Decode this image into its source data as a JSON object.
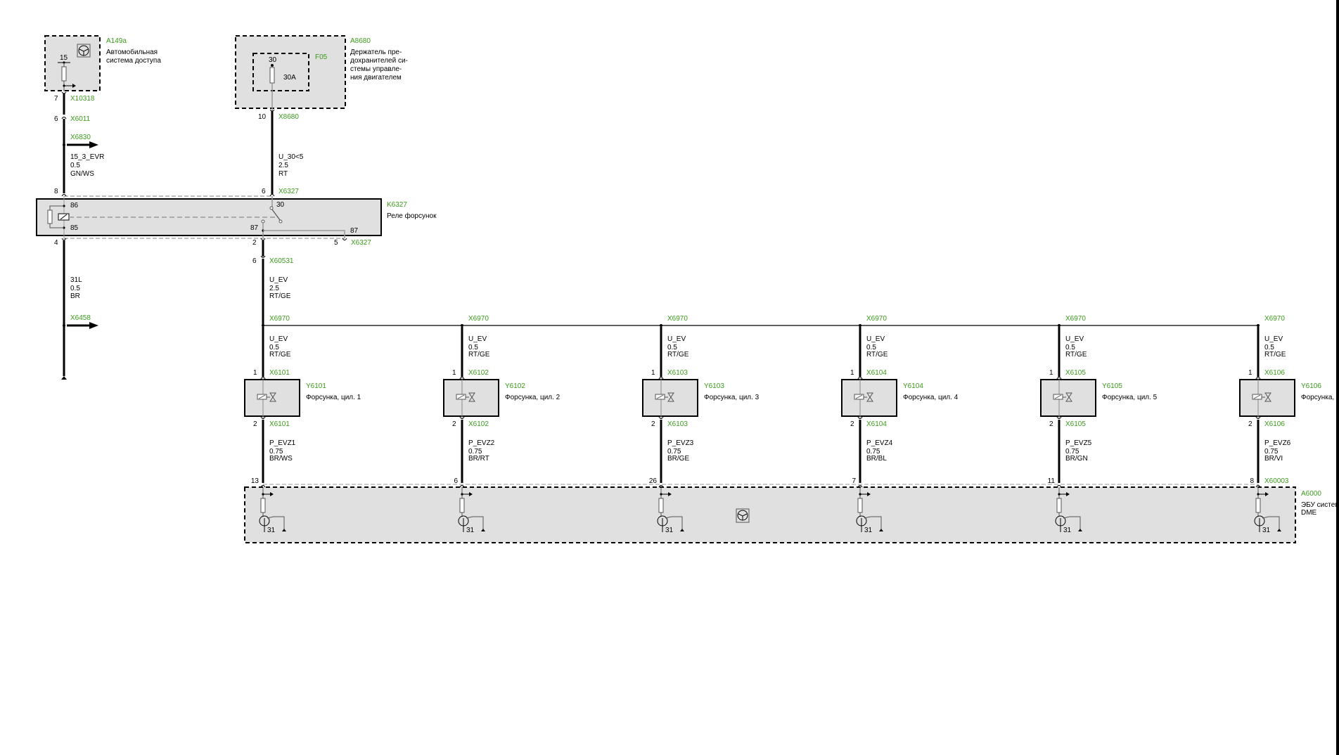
{
  "colors": {
    "label_green": "#3a9a1a",
    "box_fill": "#e0e0e0",
    "wire": "#000000",
    "internal_line": "#888888"
  },
  "components": {
    "access_system": {
      "id": "A149a",
      "name_lines": [
        "Автомобильная",
        "система доступа"
      ],
      "terminal": "15"
    },
    "fuse_holder": {
      "id": "A8680",
      "name_lines": [
        "Держатель пре-",
        "дохранителей си-",
        "стемы управле-",
        "ния двигателем"
      ],
      "fuse_id": "F05",
      "fuse_terminal": "30",
      "fuse_rating": "30A"
    },
    "relay": {
      "id": "K6327",
      "name": "Реле форсунок",
      "pins": {
        "p86": "86",
        "p85": "85",
        "p30": "30",
        "p87a": "87",
        "p87b": "87"
      }
    },
    "ecu": {
      "id": "A6000",
      "name_lines": [
        "ЭБУ систем",
        "DME"
      ],
      "ground_label": "31"
    }
  },
  "left_branch": {
    "conn1": {
      "pin": "7",
      "id": "X10318"
    },
    "conn2": {
      "pin": "6",
      "id": "X6011"
    },
    "splice1": {
      "id": "X6830"
    },
    "wire1": {
      "signal": "15_3_EVR",
      "gauge": "0.5",
      "color": "GN/WS"
    },
    "relay_in": {
      "pin": "8"
    },
    "relay_out": {
      "pin": "4"
    },
    "wire2": {
      "signal": "31L",
      "gauge": "0.5",
      "color": "BR"
    },
    "splice2": {
      "id": "X6458"
    }
  },
  "power_branch": {
    "conn_fuse": {
      "pin": "10",
      "id": "X8680"
    },
    "wire1": {
      "signal": "U_30<5",
      "gauge": "2.5",
      "color": "RT"
    },
    "relay_in": {
      "pin": "6",
      "id": "X6327"
    },
    "relay_out": {
      "pin": "2"
    },
    "relay_out2": {
      "pin": "5",
      "id": "X6327"
    },
    "conn2": {
      "pin": "6",
      "id": "X60531"
    },
    "wire2": {
      "signal": "U_EV",
      "gauge": "2.5",
      "color": "RT/GE"
    }
  },
  "injectors": [
    {
      "splice": "X6970",
      "supply": {
        "signal": "U_EV",
        "gauge": "0.5",
        "color": "RT/GE"
      },
      "pin_in": "1",
      "conn": "X6101",
      "id": "Y6101",
      "name": "Форсунка, цил. 1",
      "pin_out": "2",
      "ctrl": {
        "signal": "P_EVZ1",
        "gauge": "0.75",
        "color": "BR/WS"
      },
      "ecu_pin": "13",
      "ecu_conn": ""
    },
    {
      "splice": "X6970",
      "supply": {
        "signal": "U_EV",
        "gauge": "0.5",
        "color": "RT/GE"
      },
      "pin_in": "1",
      "conn": "X6102",
      "id": "Y6102",
      "name": "Форсунка, цил. 2",
      "pin_out": "2",
      "ctrl": {
        "signal": "P_EVZ2",
        "gauge": "0.75",
        "color": "BR/RT"
      },
      "ecu_pin": "6",
      "ecu_conn": ""
    },
    {
      "splice": "X6970",
      "supply": {
        "signal": "U_EV",
        "gauge": "0.5",
        "color": "RT/GE"
      },
      "pin_in": "1",
      "conn": "X6103",
      "id": "Y6103",
      "name": "Форсунка, цил. 3",
      "pin_out": "2",
      "ctrl": {
        "signal": "P_EVZ3",
        "gauge": "0.75",
        "color": "BR/GE"
      },
      "ecu_pin": "26",
      "ecu_conn": ""
    },
    {
      "splice": "X6970",
      "supply": {
        "signal": "U_EV",
        "gauge": "0.5",
        "color": "RT/GE"
      },
      "pin_in": "1",
      "conn": "X6104",
      "id": "Y6104",
      "name": "Форсунка, цил. 4",
      "pin_out": "2",
      "ctrl": {
        "signal": "P_EVZ4",
        "gauge": "0.75",
        "color": "BR/BL"
      },
      "ecu_pin": "7",
      "ecu_conn": ""
    },
    {
      "splice": "X6970",
      "supply": {
        "signal": "U_EV",
        "gauge": "0.5",
        "color": "RT/GE"
      },
      "pin_in": "1",
      "conn": "X6105",
      "id": "Y6105",
      "name": "Форсунка, цил. 5",
      "pin_out": "2",
      "ctrl": {
        "signal": "P_EVZ5",
        "gauge": "0.75",
        "color": "BR/GN"
      },
      "ecu_pin": "11",
      "ecu_conn": ""
    },
    {
      "splice": "X6970",
      "supply": {
        "signal": "U_EV",
        "gauge": "0.5",
        "color": "RT/GE"
      },
      "pin_in": "1",
      "conn": "X6106",
      "id": "Y6106",
      "name": "Форсунка, ц",
      "pin_out": "2",
      "ctrl": {
        "signal": "P_EVZ6",
        "gauge": "0.75",
        "color": "BR/VI"
      },
      "ecu_pin": "8",
      "ecu_conn": "X60003"
    }
  ]
}
